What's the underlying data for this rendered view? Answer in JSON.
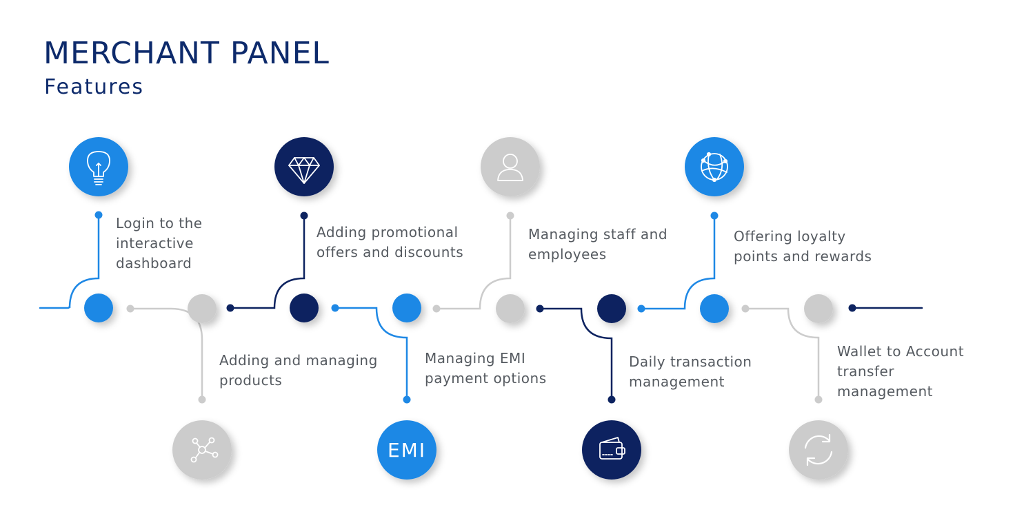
{
  "header": {
    "title": "MERCHANT PANEL",
    "subtitle": "Features"
  },
  "colors": {
    "blue": "#1e88e5",
    "navy": "#0d2360",
    "gray": "#cccccc",
    "text": "#555a60"
  },
  "features": [
    {
      "label": "Login to the\ninteractive\ndashboard",
      "icon": "lightbulb-icon",
      "color": "blue"
    },
    {
      "label": "Adding and managing\nproducts",
      "icon": "network-nodes-icon",
      "color": "gray"
    },
    {
      "label": "Adding promotional\noffers and discounts",
      "icon": "diamond-icon",
      "color": "navy"
    },
    {
      "label": "Managing EMI\npayment options",
      "icon": "emi-icon",
      "icon_text": "EMI",
      "color": "blue"
    },
    {
      "label": "Managing staff and\nemployees",
      "icon": "user-icon",
      "color": "gray"
    },
    {
      "label": "Daily transaction\nmanagement",
      "icon": "wallet-icon",
      "color": "navy"
    },
    {
      "label": "Offering loyalty\npoints and rewards",
      "icon": "globe-network-icon",
      "color": "blue"
    },
    {
      "label": "Wallet to Account\ntransfer\nmanagement",
      "icon": "refresh-icon",
      "color": "gray"
    }
  ]
}
